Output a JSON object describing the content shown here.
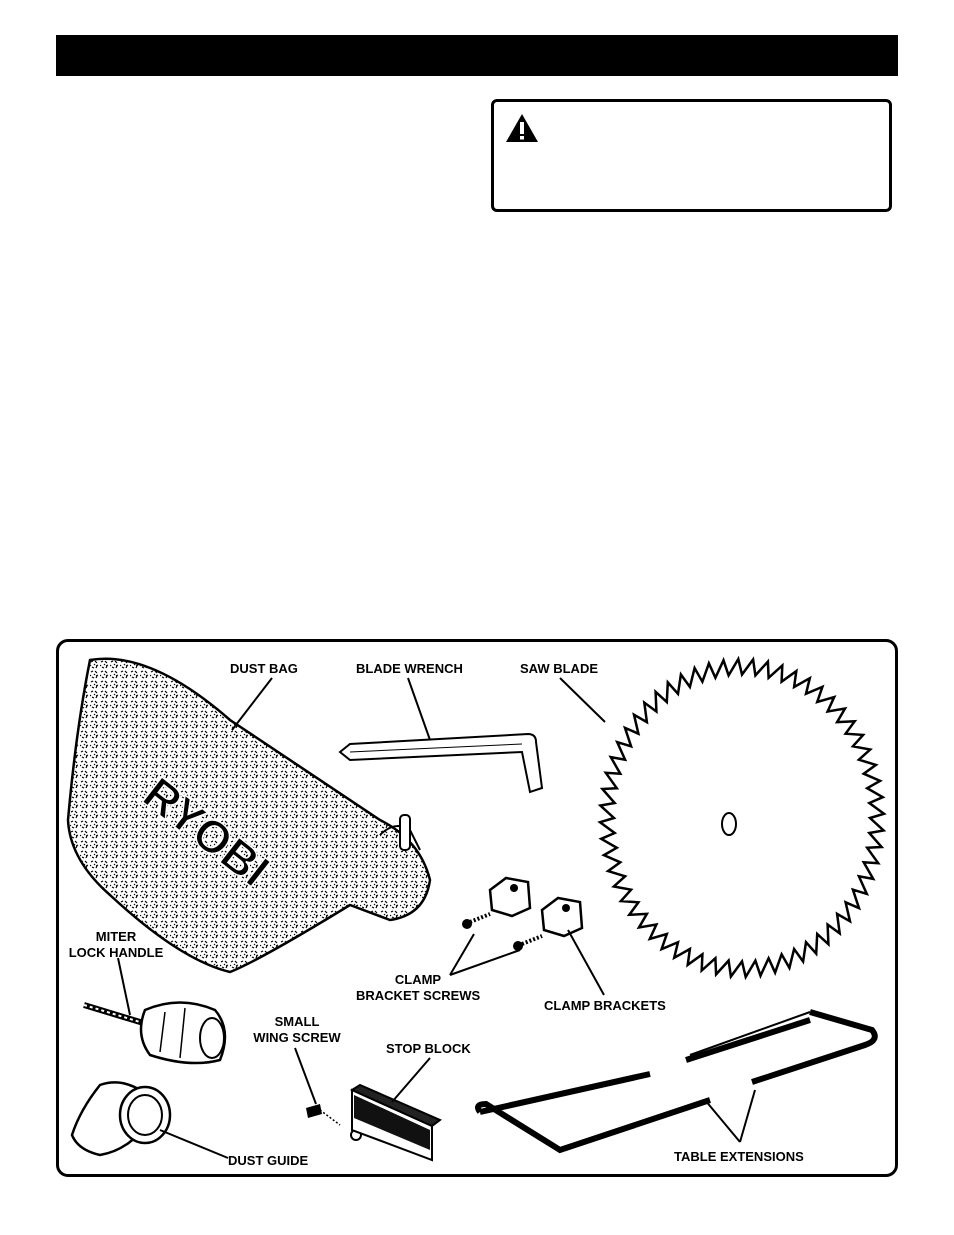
{
  "figure": {
    "labels": {
      "dust_bag": "DUST BAG",
      "blade_wrench": "BLADE WRENCH",
      "saw_blade": "SAW BLADE",
      "miter_lock_handle_1": "MITER",
      "miter_lock_handle_2": "LOCK HANDLE",
      "clamp_bracket_screws_1": "CLAMP",
      "clamp_bracket_screws_2": "BRACKET SCREWS",
      "clamp_brackets": "CLAMP BRACKETS",
      "small_wing_screw_1": "SMALL",
      "small_wing_screw_2": "WING SCREW",
      "stop_block": "STOP BLOCK",
      "dust_guide": "DUST GUIDE",
      "table_extensions": "TABLE EXTENSIONS"
    },
    "bag_logo": "RYOBI"
  }
}
